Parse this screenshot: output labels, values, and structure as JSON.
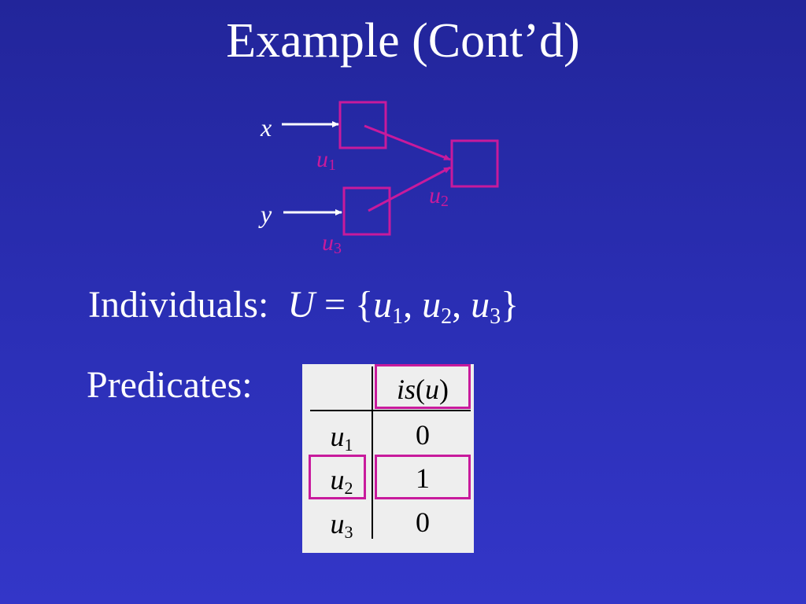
{
  "title": "Example (Cont’d)",
  "diagram": {
    "inputs": [
      {
        "name": "x"
      },
      {
        "name": "y"
      }
    ],
    "nodes": [
      {
        "base": "u",
        "sub": "1"
      },
      {
        "base": "u",
        "sub": "2"
      },
      {
        "base": "u",
        "sub": "3"
      }
    ],
    "edges": [
      {
        "from": "x",
        "to": "u1"
      },
      {
        "from": "y",
        "to": "u3"
      },
      {
        "from": "u1",
        "to": "u2"
      },
      {
        "from": "u3",
        "to": "u2"
      }
    ],
    "node_color": "#c81a9c"
  },
  "individuals": {
    "label": "Individuals:",
    "set_name": "U",
    "equals": "=",
    "open_brace": "{",
    "close_brace": "}",
    "elements": [
      {
        "base": "u",
        "sub": "1"
      },
      {
        "base": "u",
        "sub": "2"
      },
      {
        "base": "u",
        "sub": "3"
      }
    ],
    "separator": ","
  },
  "predicates": {
    "label": "Predicates:",
    "table": {
      "header": {
        "name": "is",
        "open": "(",
        "arg": "u",
        "close": ")"
      },
      "rows": [
        {
          "base": "u",
          "sub": "1",
          "value": "0"
        },
        {
          "base": "u",
          "sub": "2",
          "value": "1"
        },
        {
          "base": "u",
          "sub": "3",
          "value": "0"
        }
      ],
      "highlighted_row": "u2",
      "highlighted_header": "is(u)"
    }
  }
}
